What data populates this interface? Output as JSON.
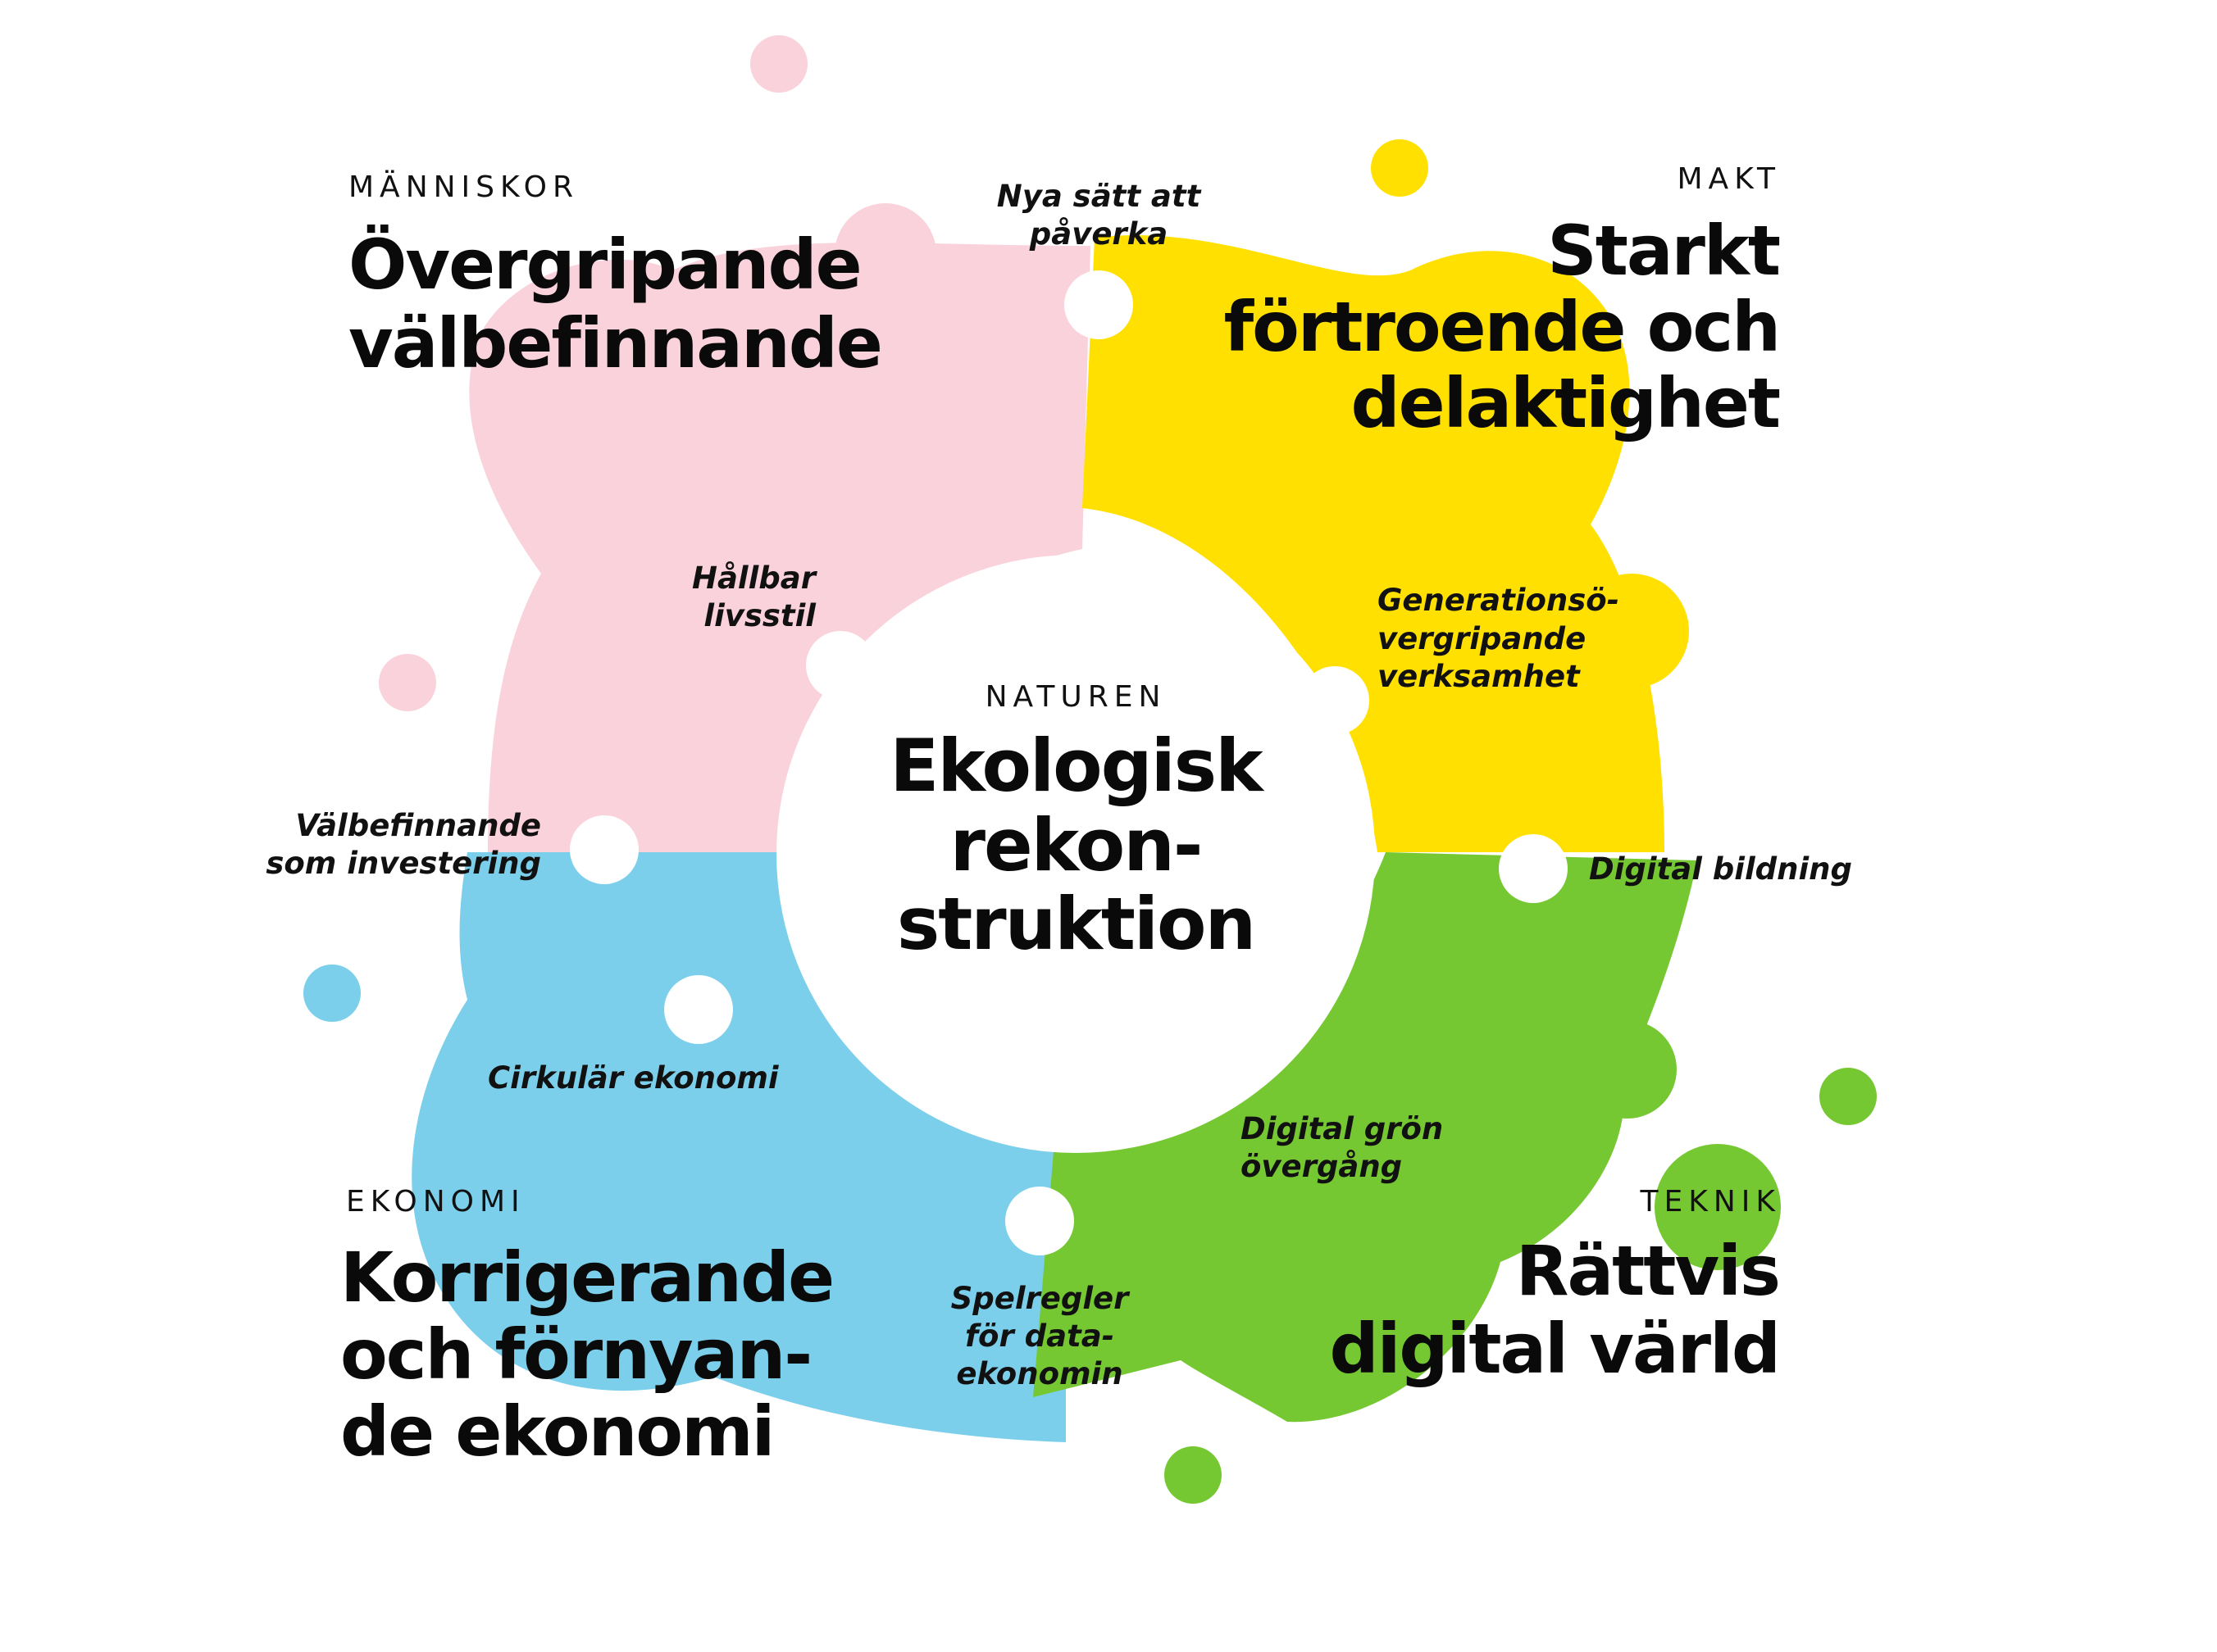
{
  "colors": {
    "pink": "#f9d2dc",
    "yellow": "#ffe000",
    "blue": "#7ccfeb",
    "green": "#76c832",
    "white": "#ffffff",
    "text": "#0a0a0a"
  },
  "center": {
    "category": "NATUREN",
    "title_lines": [
      "Ekologisk",
      "rekon-",
      "struktion"
    ]
  },
  "quadrants": {
    "people": {
      "category": "MÄNNISKOR",
      "title_lines": [
        "Övergripande",
        "välbefinnande"
      ]
    },
    "power": {
      "category": "MAKT",
      "title_lines": [
        "Starkt",
        "förtroende och",
        "delaktighet"
      ]
    },
    "economy": {
      "category": "EKONOMI",
      "title_lines": [
        "Korrigerande",
        "och förnyan-",
        "de ekonomi"
      ]
    },
    "technology": {
      "category": "TEKNIK",
      "title_lines": [
        "Rättvis",
        "digital värld"
      ]
    }
  },
  "connectors": {
    "nya_satt": [
      "Nya sätt att",
      "påverka"
    ],
    "hallbar": [
      "Hållbar",
      "livsstil"
    ],
    "generation": [
      "Generationsö-",
      "vergripande",
      "verksamhet"
    ],
    "valbefinnande_inv": [
      "Välbefinnande",
      "som investering"
    ],
    "digital_bildning": [
      "Digital bildning"
    ],
    "cirkular": [
      "Cirkulär ekonomi"
    ],
    "digital_gron": [
      "Digital grön",
      "övergång"
    ],
    "spelregler": [
      "Spelregler",
      "för data-",
      "ekonomin"
    ]
  }
}
